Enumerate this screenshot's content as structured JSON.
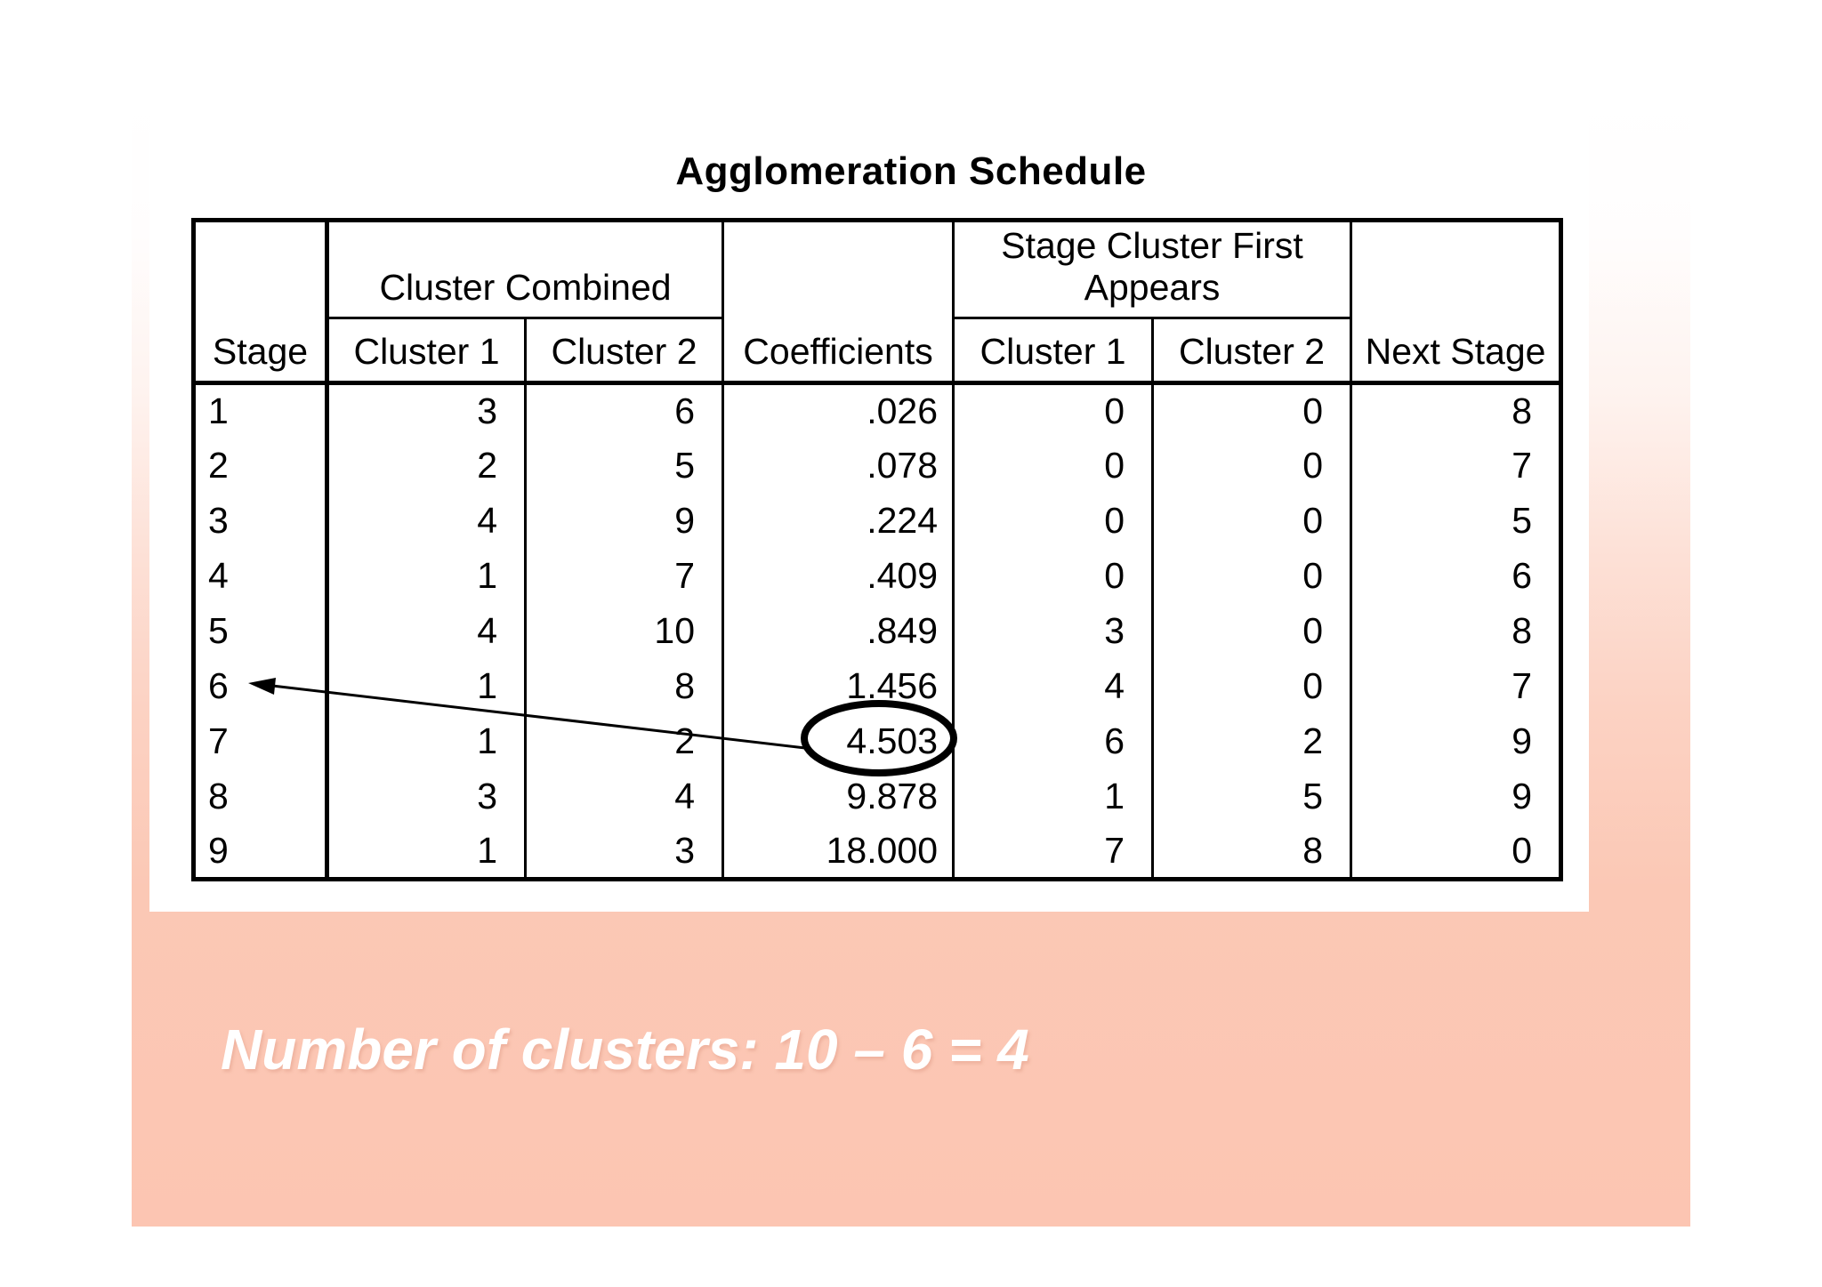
{
  "slide": {
    "title": "Agglomeration Schedule",
    "caption": "Number of clusters: 10 – 6 = 4",
    "colors": {
      "background_bottom": "#FCC5B2",
      "background_top": "#FFFFFF",
      "panel": "#FFFFFF",
      "table_lines": "#000000",
      "caption_text": "#FFFFFF"
    }
  },
  "table": {
    "group_headers": {
      "cluster_combined": "Cluster Combined",
      "stage_cluster_first_appears": "Stage Cluster First Appears"
    },
    "columns": {
      "stage": "Stage",
      "cluster1": "Cluster 1",
      "cluster2": "Cluster 2",
      "coefficients": "Coefficients",
      "appears_cluster1": "Cluster 1",
      "appears_cluster2": "Cluster 2",
      "next_stage": "Next Stage"
    },
    "rows": [
      [
        "1",
        "3",
        "6",
        ".026",
        "0",
        "0",
        "8"
      ],
      [
        "2",
        "2",
        "5",
        ".078",
        "0",
        "0",
        "7"
      ],
      [
        "3",
        "4",
        "9",
        ".224",
        "0",
        "0",
        "5"
      ],
      [
        "4",
        "1",
        "7",
        ".409",
        "0",
        "0",
        "6"
      ],
      [
        "5",
        "4",
        "10",
        ".849",
        "3",
        "0",
        "8"
      ],
      [
        "6",
        "1",
        "8",
        "1.456",
        "4",
        "0",
        "7"
      ],
      [
        "7",
        "1",
        "2",
        "4.503",
        "6",
        "2",
        "9"
      ],
      [
        "8",
        "3",
        "4",
        "9.878",
        "1",
        "5",
        "9"
      ],
      [
        "9",
        "1",
        "3",
        "18.000",
        "7",
        "8",
        "0"
      ]
    ]
  },
  "annotation": {
    "circled_value": "4.503",
    "arrow_target_stage": "6"
  }
}
